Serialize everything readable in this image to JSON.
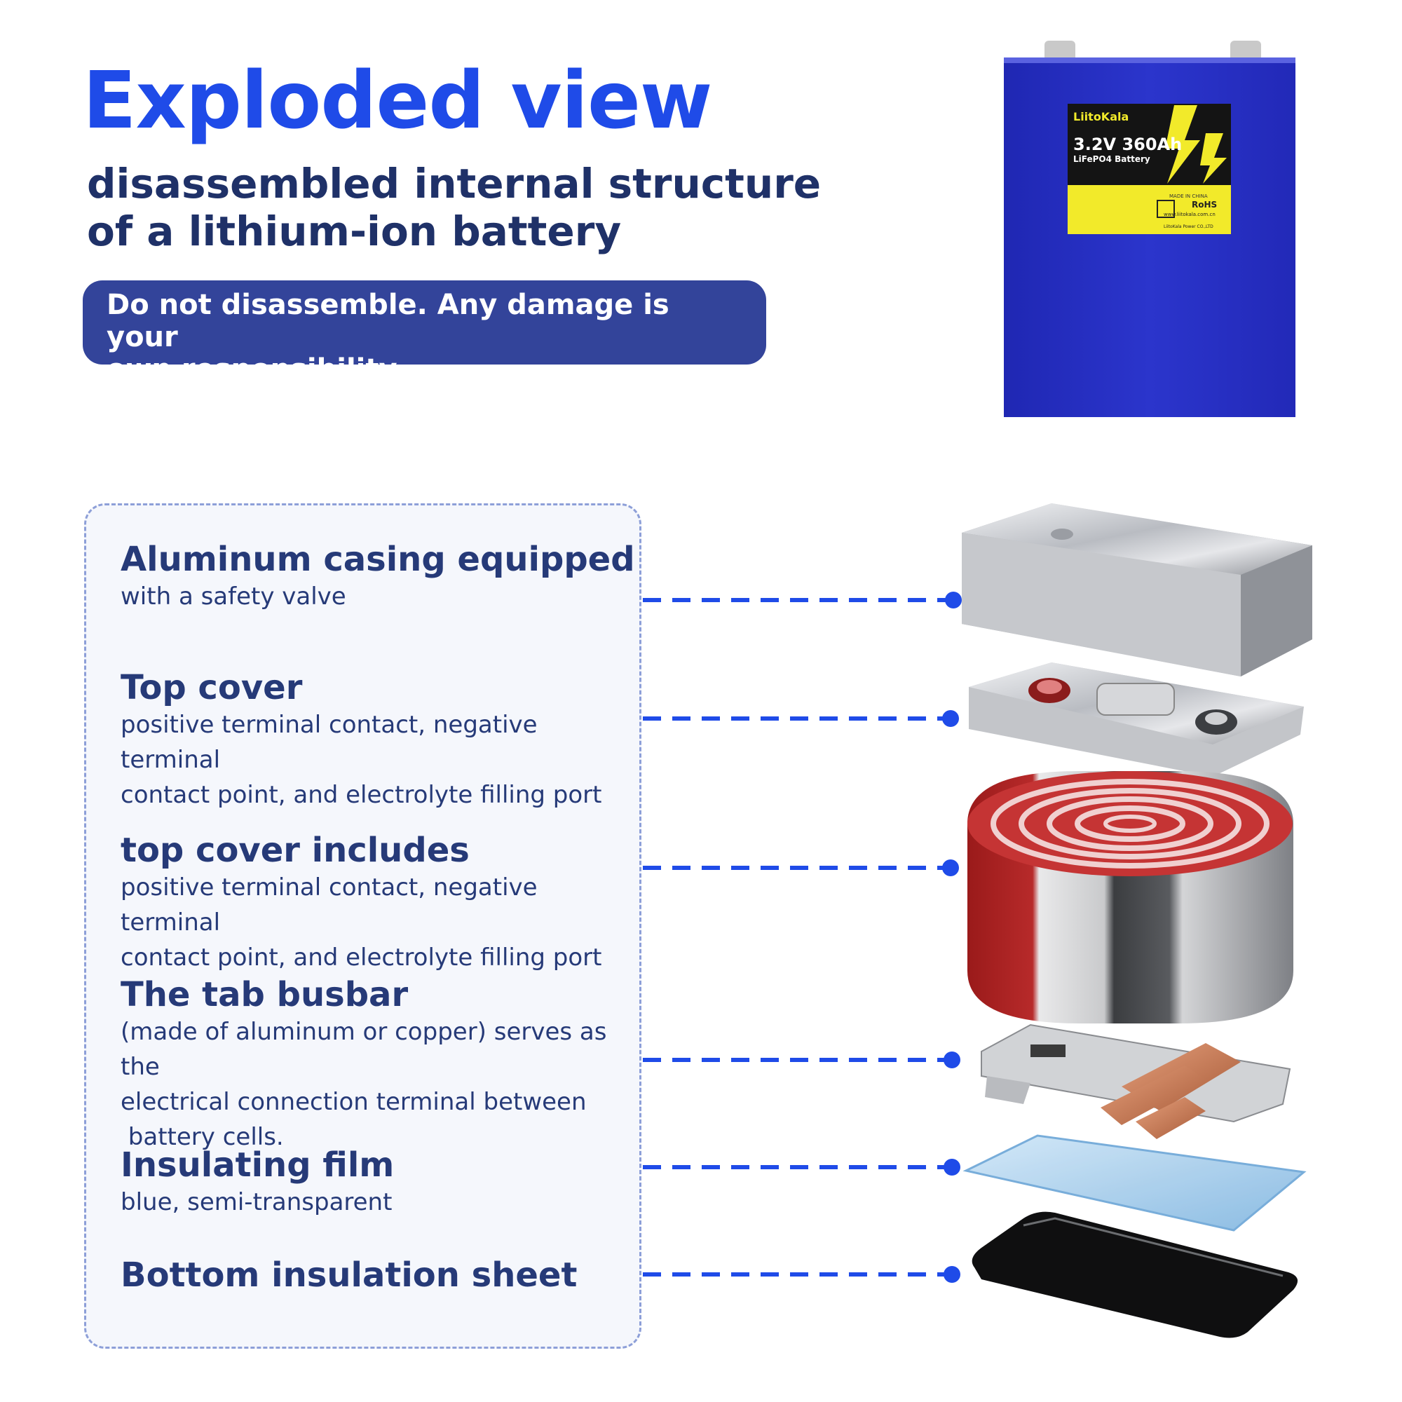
{
  "header": {
    "title": "Exploded view",
    "subtitle_line1": "disassembled internal structure",
    "subtitle_line2": "of a lithium-ion battery",
    "warning_line1": "Do not disassemble. Any damage is your",
    "warning_line2": "own responsibility"
  },
  "product": {
    "brand": "LiitoKala",
    "model": "3.2V 360Ah",
    "chemistry": "LiFePO4 Battery",
    "made_in": "MADE IN CHINA",
    "cert": "RoHS",
    "website": "www.liitokala.com.cn",
    "company": "LiitoKala Power CO.,LTD",
    "body_color": "#2b33c9",
    "label_color": "#f2ea2a"
  },
  "components": [
    {
      "title": "Aluminum casing equipped",
      "desc": [
        "with a safety valve"
      ]
    },
    {
      "title": "Top cover",
      "desc": [
        "positive terminal contact, negative terminal",
        "contact point, and electrolyte filling port"
      ]
    },
    {
      "title": "top cover includes",
      "desc": [
        "positive terminal contact, negative terminal",
        "contact point, and electrolyte filling port"
      ]
    },
    {
      "title": "The tab busbar",
      "desc": [
        "(made of aluminum or copper) serves as the",
        "electrical connection terminal between",
        " battery cells."
      ]
    },
    {
      "title": "Insulating film",
      "desc": [
        "blue, semi-transparent"
      ]
    },
    {
      "title": "Bottom insulation sheet",
      "desc": []
    }
  ],
  "colors": {
    "title_blue": "#1f4be8",
    "text_navy": "#263a78",
    "banner": "#33449a",
    "leader_line": "#1f4be8"
  }
}
